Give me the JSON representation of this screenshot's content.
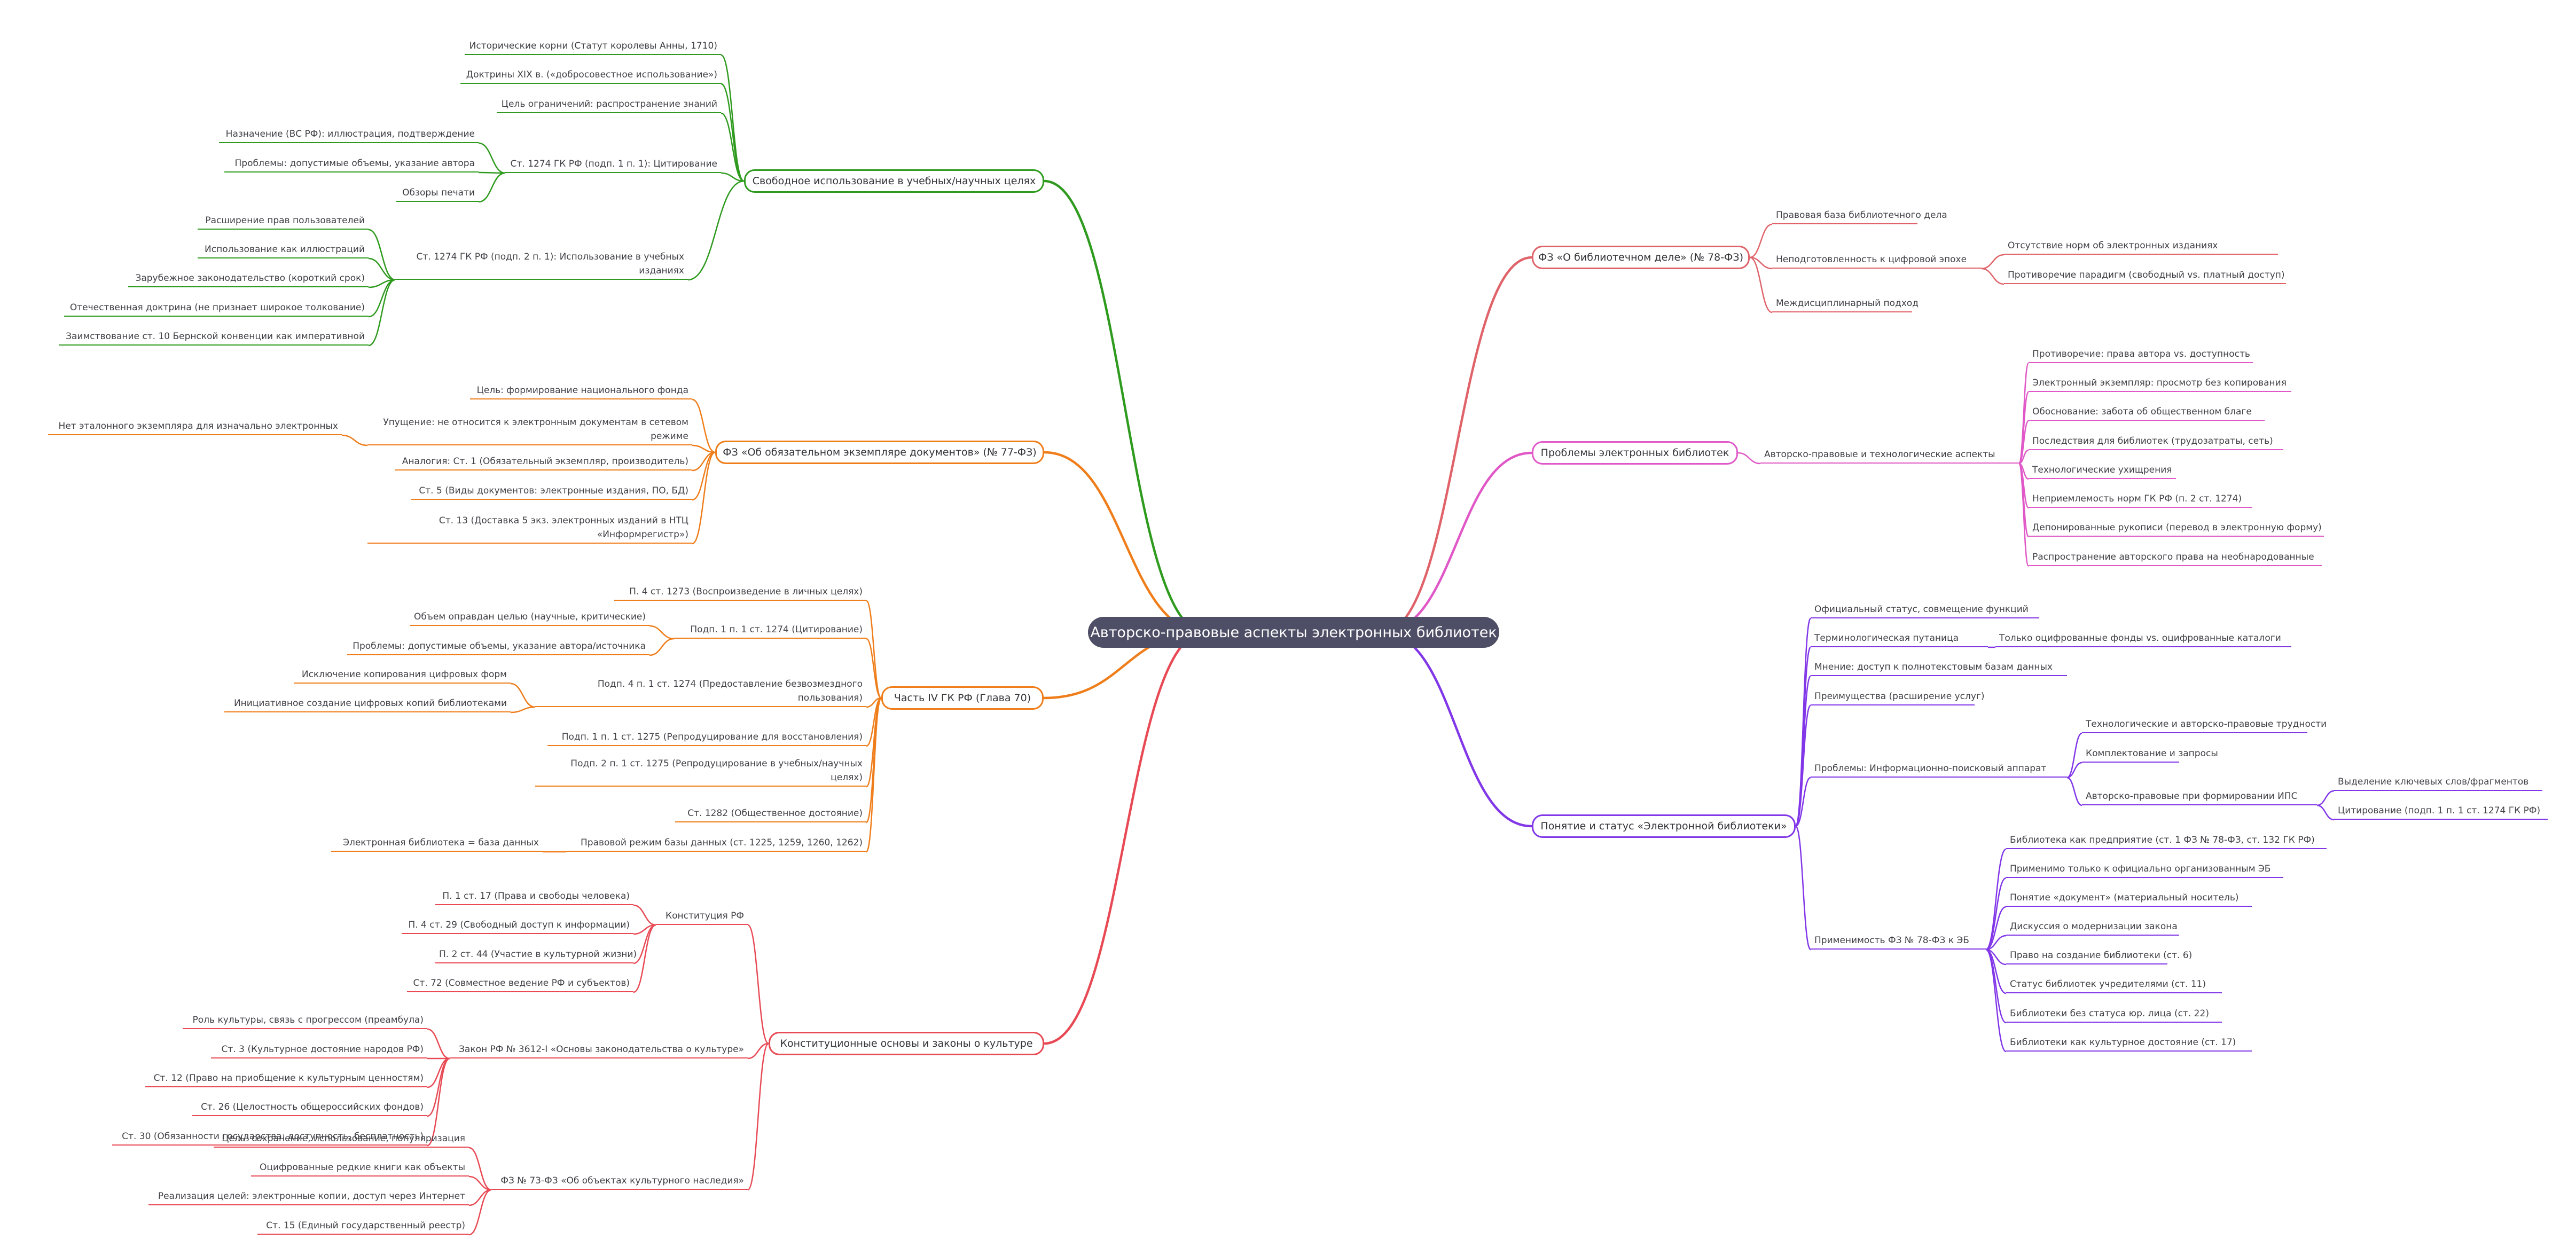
{
  "colors": {
    "root_bg": "#4e4e66",
    "green": "#2e9a1e",
    "orange": "#ef7d1a",
    "red": "#e84a55",
    "salmon": "#e0636a",
    "pink": "#e058c7",
    "purple": "#8136e8"
  },
  "root": {
    "label": "Авторско-правовые аспекты электронных библиотек"
  },
  "branches": [
    {
      "id": "fair-use",
      "label": "Свободное использование в учебных/научных целях",
      "color": "green",
      "children": [
        {
          "label": "Исторические корни (Статут королевы Анны, 1710)"
        },
        {
          "label": "Доктрины XIX в. («добросовестное использование»)"
        },
        {
          "label": "Цель ограничений: распространение знаний"
        },
        {
          "label": "Ст. 1274 ГК РФ (подп. 1 п. 1): Цитирование",
          "children": [
            {
              "label": "Назначение (ВС РФ): иллюстрация, подтверждение"
            },
            {
              "label": "Проблемы: допустимые объемы, указание автора"
            },
            {
              "label": "Обзоры печати"
            }
          ]
        },
        {
          "label": "Ст. 1274 ГК РФ (подп. 2 п. 1): Использование в учебных изданиях",
          "children": [
            {
              "label": "Расширение прав пользователей"
            },
            {
              "label": "Использование как иллюстраций"
            },
            {
              "label": "Зарубежное законодательство (короткий срок)"
            },
            {
              "label": "Отечественная доктрина (не признает широкое толкование)"
            },
            {
              "label": "Заимствование ст. 10 Бернской конвенции как императивной"
            }
          ]
        }
      ]
    },
    {
      "id": "legal-deposit",
      "label": "ФЗ «Об обязательном экземпляре документов» (№ 77-ФЗ)",
      "color": "orange",
      "children": [
        {
          "label": "Цель: формирование национального фонда"
        },
        {
          "label": "Упущение: не относится к электронным документам в сетевом режиме",
          "children": [
            {
              "label": "Нет эталонного экземпляра для изначально электронных"
            }
          ]
        },
        {
          "label": "Аналогия: Ст. 1 (Обязательный экземпляр, производитель)"
        },
        {
          "label": "Ст. 5 (Виды документов: электронные издания, ПО, БД)"
        },
        {
          "label": "Ст. 13 (Доставка 5 экз. электронных изданий в НТЦ «Информрегистр»)"
        }
      ]
    },
    {
      "id": "civil-code",
      "label": "Часть IV ГК РФ (Глава 70)",
      "color": "orange",
      "children": [
        {
          "label": "П. 4 ст. 1273 (Воспроизведение в личных целях)"
        },
        {
          "label": "Подп. 1 п. 1 ст. 1274 (Цитирование)",
          "children": [
            {
              "label": "Объем оправдан целью (научные, критические)"
            },
            {
              "label": "Проблемы: допустимые объемы, указание автора/источника"
            }
          ]
        },
        {
          "label": "Подп. 4 п. 1 ст. 1274 (Предоставление безвозмездного пользования)",
          "children": [
            {
              "label": "Исключение копирования цифровых форм"
            },
            {
              "label": "Инициативное создание цифровых копий библиотеками"
            }
          ]
        },
        {
          "label": "Подп. 1 п. 1 ст. 1275 (Репродуцирование для восстановления)"
        },
        {
          "label": "Подп. 2 п. 1 ст. 1275 (Репродуцирование в учебных/научных целях)"
        },
        {
          "label": "Ст. 1282 (Общественное достояние)"
        },
        {
          "label": "Правовой режим базы данных (ст. 1225, 1259, 1260, 1262)",
          "children": [
            {
              "label": "Электронная библиотека = база данных"
            }
          ]
        }
      ]
    },
    {
      "id": "constitution",
      "label": "Конституционные основы и законы о культуре",
      "color": "red",
      "children": [
        {
          "label": "Конституция РФ",
          "children": [
            {
              "label": "П. 1 ст. 17 (Права и свободы человека)"
            },
            {
              "label": "П. 4 ст. 29 (Свободный доступ к информации)"
            },
            {
              "label": "П. 2 ст. 44 (Участие в культурной жизни)"
            },
            {
              "label": "Ст. 72 (Совместное ведение РФ и субъектов)"
            }
          ]
        },
        {
          "label": "Закон РФ № 3612-I «Основы законодательства о культуре»",
          "children": [
            {
              "label": "Роль культуры, связь с прогрессом (преамбула)"
            },
            {
              "label": "Ст. 3 (Культурное достояние народов РФ)"
            },
            {
              "label": "Ст. 12 (Право на приобщение к культурным ценностям)"
            },
            {
              "label": "Ст. 26 (Целостность общероссийских фондов)"
            },
            {
              "label": "Ст. 30 (Обязанности государства: доступность, бесплатность)"
            }
          ]
        },
        {
          "label": "ФЗ № 73-ФЗ «Об объектах культурного наследия»",
          "children": [
            {
              "label": "Цель: сохранение, использование, популяризация"
            },
            {
              "label": "Оцифрованные редкие книги как объекты"
            },
            {
              "label": "Реализация целей: электронные копии, доступ через Интернет"
            },
            {
              "label": "Ст. 15 (Единый государственный реестр)"
            }
          ]
        }
      ]
    },
    {
      "id": "library-law",
      "label": "ФЗ «О библиотечном деле» (№ 78-ФЗ)",
      "color": "salmon",
      "children": [
        {
          "label": "Правовая база библиотечного дела"
        },
        {
          "label": "Неподготовленность к цифровой эпохе",
          "children": [
            {
              "label": "Отсутствие норм об электронных изданиях"
            },
            {
              "label": "Противоречие парадигм (свободный vs. платный доступ)"
            }
          ]
        },
        {
          "label": "Междисциплинарный подход"
        }
      ]
    },
    {
      "id": "problems",
      "label": "Проблемы электронных библиотек",
      "color": "pink",
      "children": [
        {
          "label": "Авторско-правовые и технологические аспекты",
          "children": [
            {
              "label": "Противоречие: права автора vs. доступность"
            },
            {
              "label": "Электронный экземпляр: просмотр без копирования"
            },
            {
              "label": "Обоснование: забота об общественном благе"
            },
            {
              "label": "Последствия для библиотек (трудозатраты, сеть)"
            },
            {
              "label": "Технологические ухищрения"
            },
            {
              "label": "Неприемлемость норм ГК РФ (п. 2 ст. 1274)"
            },
            {
              "label": "Депонированные рукописи (перевод в электронную форму)"
            },
            {
              "label": "Распространение авторского права на необнародованные"
            }
          ]
        }
      ]
    },
    {
      "id": "concept",
      "label": "Понятие и статус «Электронной библиотеки»",
      "color": "purple",
      "children": [
        {
          "label": "Официальный статус, совмещение функций"
        },
        {
          "label": "Терминологическая путаница",
          "children": [
            {
              "label": "Только оцифрованные фонды vs. оцифрованные каталоги"
            }
          ]
        },
        {
          "label": "Мнение: доступ к полнотекстовым базам данных"
        },
        {
          "label": "Преимущества (расширение услуг)"
        },
        {
          "label": "Проблемы: Информационно-поисковый аппарат",
          "children": [
            {
              "label": "Технологические и авторско-правовые трудности"
            },
            {
              "label": "Комплектование и запросы"
            },
            {
              "label": "Авторско-правовые при формировании ИПС",
              "children": [
                {
                  "label": "Выделение ключевых слов/фрагментов"
                },
                {
                  "label": "Цитирование (подп. 1 п. 1 ст. 1274 ГК РФ)"
                }
              ]
            }
          ]
        },
        {
          "label": "Применимость ФЗ № 78-ФЗ к ЭБ",
          "children": [
            {
              "label": "Библиотека как предприятие (ст. 1 ФЗ № 78-ФЗ, ст. 132 ГК РФ)"
            },
            {
              "label": "Применимо только к официально организованным ЭБ"
            },
            {
              "label": "Понятие «документ» (материальный носитель)"
            },
            {
              "label": "Дискуссия о модернизации закона"
            },
            {
              "label": "Право на создание библиотеки (ст. 6)"
            },
            {
              "label": "Статус библиотек учредителями (ст. 11)"
            },
            {
              "label": "Библиотеки без статуса юр. лица (ст. 22)"
            },
            {
              "label": "Библиотеки как культурное достояние (ст. 17)"
            }
          ]
        }
      ]
    }
  ]
}
